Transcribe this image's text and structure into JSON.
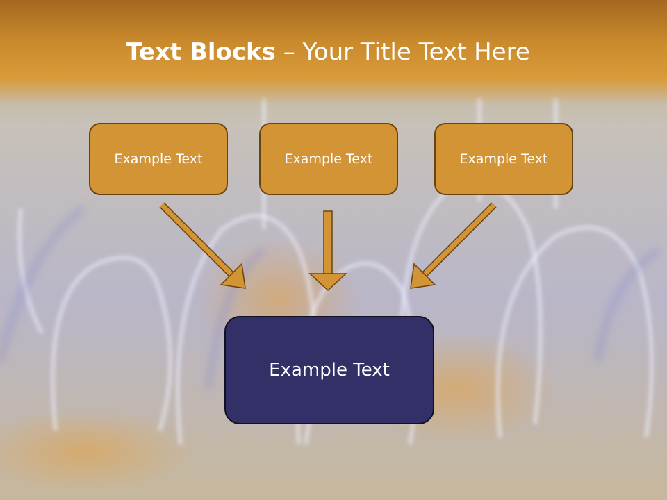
{
  "title": {
    "bold": "Text Blocks",
    "dash": " – ",
    "rest": "Your Title Text Here"
  },
  "source_boxes": [
    {
      "label": "Example Text"
    },
    {
      "label": "Example Text"
    },
    {
      "label": "Example Text"
    }
  ],
  "target_box": {
    "label": "Example Text"
  },
  "colors": {
    "title_bar": "#c98a2c",
    "box_fill": "#d39436",
    "box_border": "#6a4410",
    "target_fill": "#333067",
    "arrow": "#d39436"
  },
  "icons": [
    "arrow-down-right",
    "arrow-down",
    "arrow-down-left"
  ]
}
